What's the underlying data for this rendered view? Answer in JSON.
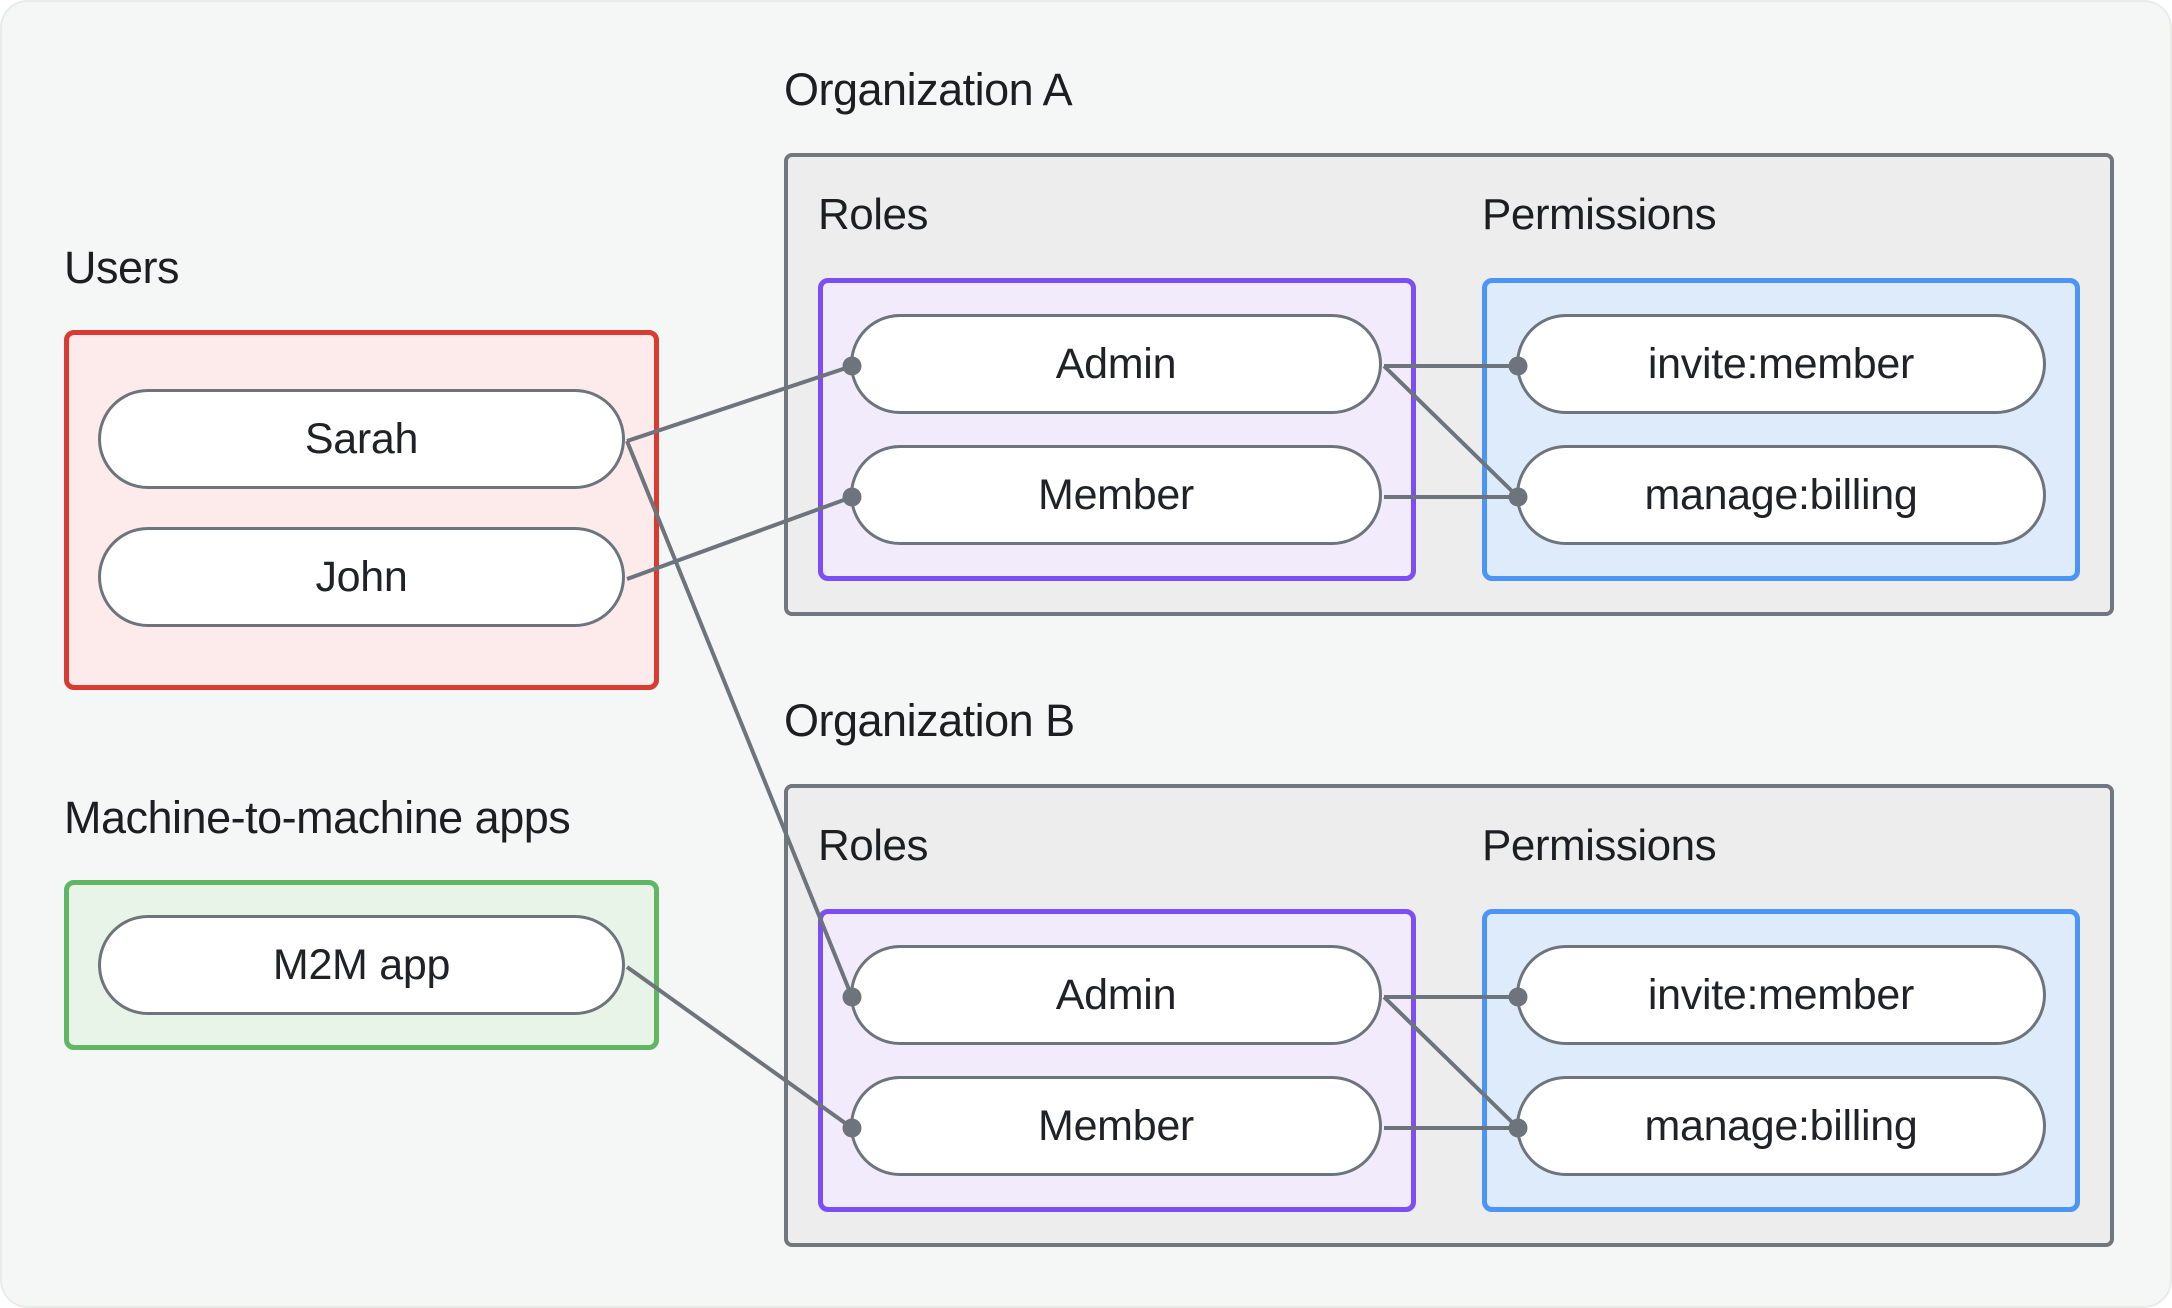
{
  "canvas": {
    "background": "#f5f7f6"
  },
  "colors": {
    "canvas_bg": "#f5f7f6",
    "text": "#1c1e22",
    "connector": "#6d747c",
    "node_border": "#6d747c",
    "users_border": "#d93a32",
    "users_fill": "#fcebea",
    "m2m_border": "#5fb763",
    "m2m_fill": "#e9f4e9",
    "org_border": "#70777e",
    "org_fill": "#ededee",
    "roles_border": "#7b4ef7",
    "roles_fill": "#f2ebfb",
    "permissions_border": "#4b94f8",
    "permissions_fill": "#ddebfa"
  },
  "users_group": {
    "label": "Users",
    "items": [
      {
        "id": "user-sarah",
        "label": "Sarah"
      },
      {
        "id": "user-john",
        "label": "John"
      }
    ]
  },
  "m2m_group": {
    "label": "Machine-to-machine apps",
    "items": [
      {
        "id": "m2m-app",
        "label": "M2M app"
      }
    ]
  },
  "organizations": [
    {
      "title": "Organization A",
      "roles_label": "Roles",
      "permissions_label": "Permissions",
      "roles": [
        {
          "id": "orgA-role-admin",
          "label": "Admin"
        },
        {
          "id": "orgA-role-member",
          "label": "Member"
        }
      ],
      "permissions": [
        {
          "id": "orgA-perm-invite",
          "label": "invite:member"
        },
        {
          "id": "orgA-perm-billing",
          "label": "manage:billing"
        }
      ]
    },
    {
      "title": "Organization B",
      "roles_label": "Roles",
      "permissions_label": "Permissions",
      "roles": [
        {
          "id": "orgB-role-admin",
          "label": "Admin"
        },
        {
          "id": "orgB-role-member",
          "label": "Member"
        }
      ],
      "permissions": [
        {
          "id": "orgB-perm-invite",
          "label": "invite:member"
        },
        {
          "id": "orgB-perm-billing",
          "label": "manage:billing"
        }
      ]
    }
  ],
  "edges": [
    {
      "from": "user-sarah",
      "to": "orgA-role-admin"
    },
    {
      "from": "user-sarah",
      "to": "orgB-role-admin"
    },
    {
      "from": "user-john",
      "to": "orgA-role-member"
    },
    {
      "from": "m2m-app",
      "to": "orgB-role-member"
    },
    {
      "from": "orgA-role-admin",
      "to": "orgA-perm-invite"
    },
    {
      "from": "orgA-role-admin",
      "to": "orgA-perm-billing"
    },
    {
      "from": "orgA-role-member",
      "to": "orgA-perm-billing"
    },
    {
      "from": "orgB-role-admin",
      "to": "orgB-perm-invite"
    },
    {
      "from": "orgB-role-admin",
      "to": "orgB-perm-billing"
    },
    {
      "from": "orgB-role-member",
      "to": "orgB-perm-billing"
    }
  ],
  "edge_style": {
    "stroke_width": 4,
    "dot_radius": 9.5
  }
}
